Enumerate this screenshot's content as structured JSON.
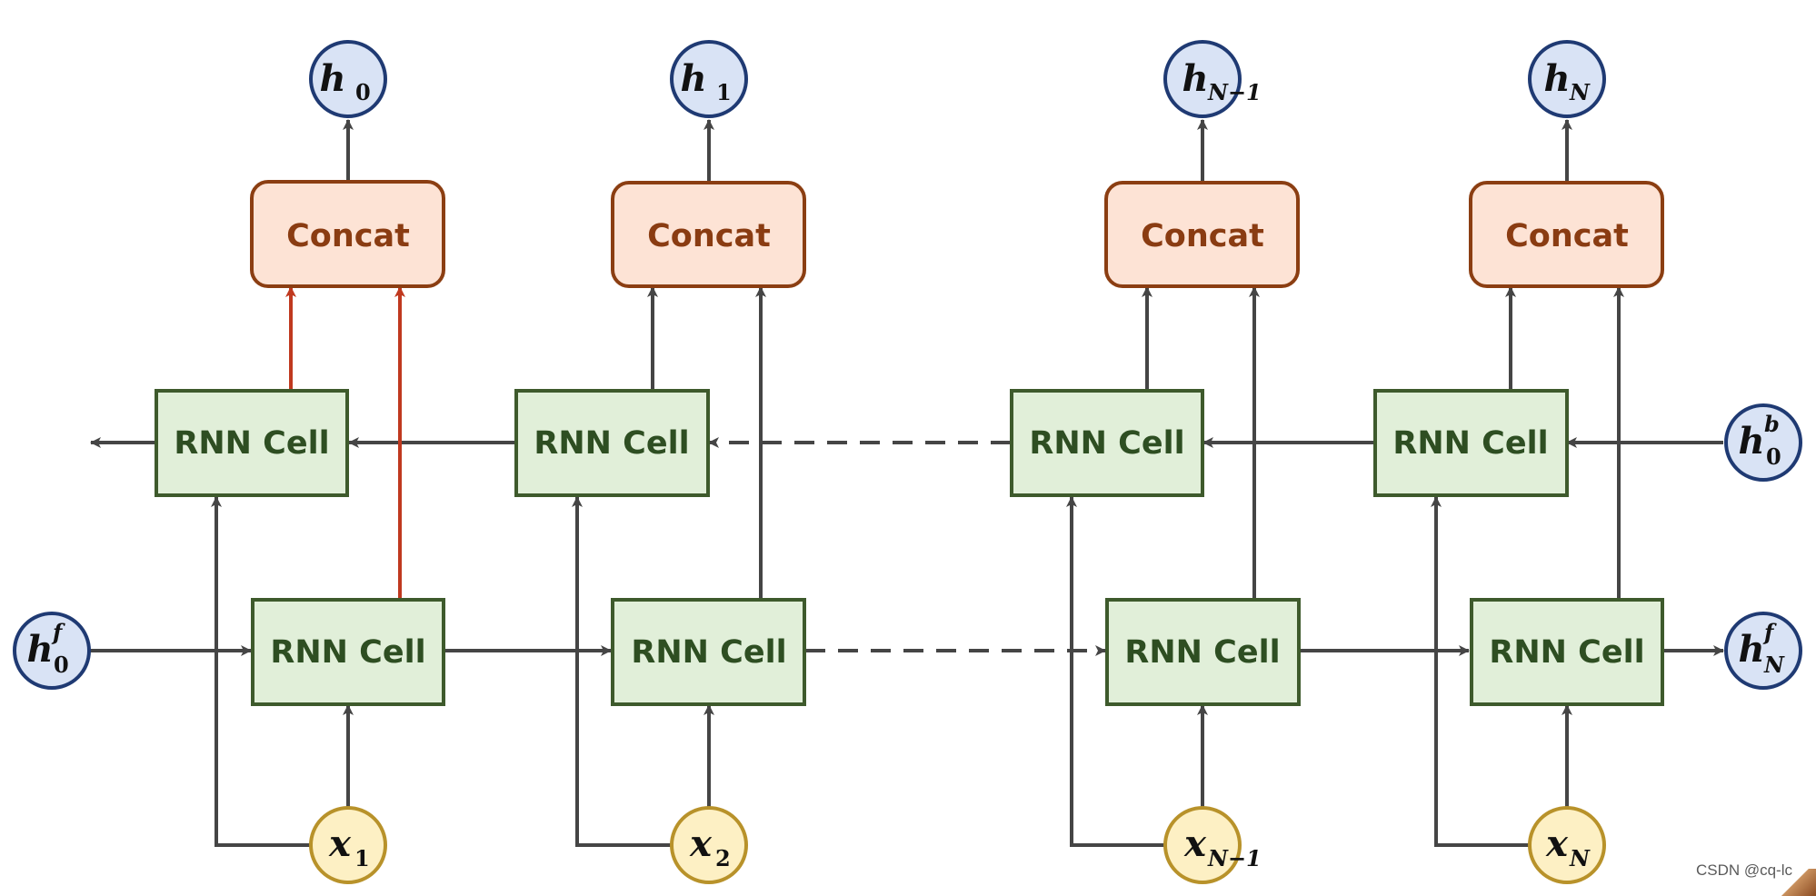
{
  "colors": {
    "cell_fill": "#e1efd9",
    "cell_stroke": "#3e5a2c",
    "concat_fill": "#fde3d5",
    "concat_stroke": "#8b3e12",
    "hidden_fill": "#d9e3f5",
    "hidden_stroke": "#1f3a73",
    "input_fill": "#fdf0c4",
    "input_stroke": "#b8922a",
    "arrow": "#454545",
    "highlight_arrow": "#c0391f"
  },
  "labels": {
    "rnn_cell": "RNN Cell",
    "concat": "Concat"
  },
  "outputs": [
    {
      "base": "h",
      "sub": "0"
    },
    {
      "base": "h",
      "sub": "1"
    },
    {
      "base": "h",
      "sub": "N−1"
    },
    {
      "base": "h",
      "sub": "N"
    }
  ],
  "inputs": [
    {
      "base": "x",
      "sub": "1"
    },
    {
      "base": "x",
      "sub": "2"
    },
    {
      "base": "x",
      "sub": "N−1"
    },
    {
      "base": "x",
      "sub": "N"
    }
  ],
  "initial_states": {
    "forward_start": {
      "base": "h",
      "sub": "0",
      "sup": "f"
    },
    "forward_end": {
      "base": "h",
      "sub": "N",
      "sup": "f"
    },
    "backward_start": {
      "base": "h",
      "sub": "0",
      "sup": "b"
    }
  },
  "watermark": "CSDN @cq-lc"
}
